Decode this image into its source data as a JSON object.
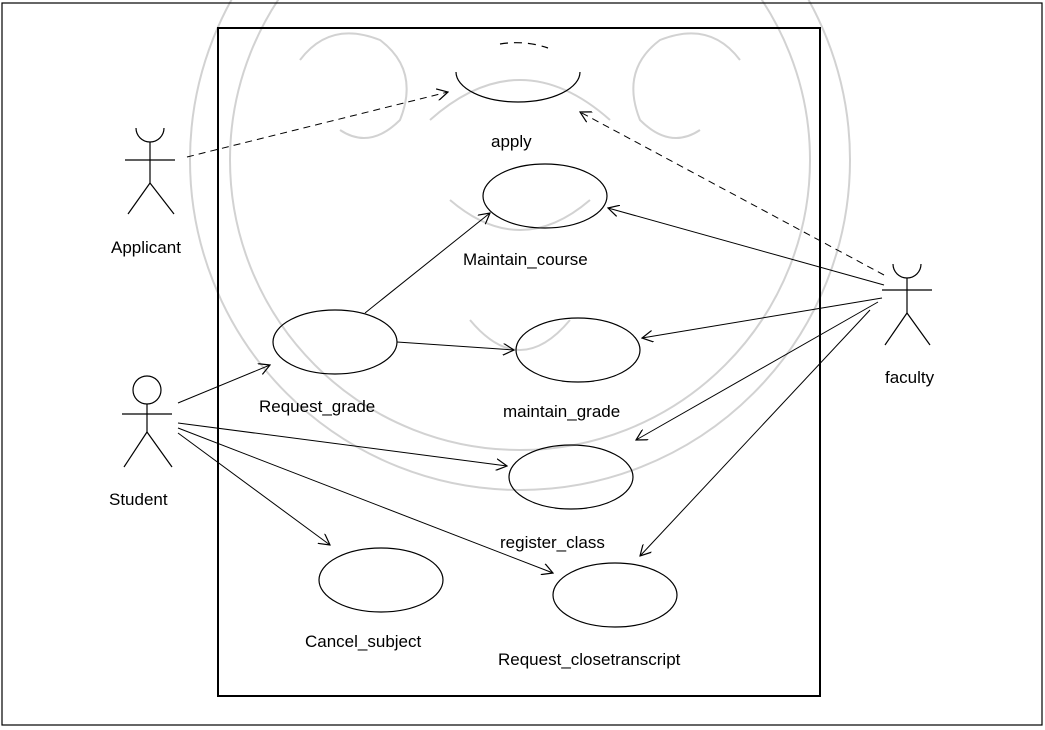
{
  "actors": {
    "applicant": "Applicant",
    "student": "Student",
    "faculty": "faculty"
  },
  "use_cases": {
    "apply": "apply",
    "maintain_course": "Maintain_course",
    "request_grade": "Request_grade",
    "maintain_grade": "maintain_grade",
    "register_class": "register_class",
    "cancel_subject": "Cancel_subject",
    "request_closetranscript": "Request_closetranscript"
  },
  "colors": {
    "line": "#000000",
    "background": "#ffffff",
    "watermark": "#c8c8c8"
  }
}
